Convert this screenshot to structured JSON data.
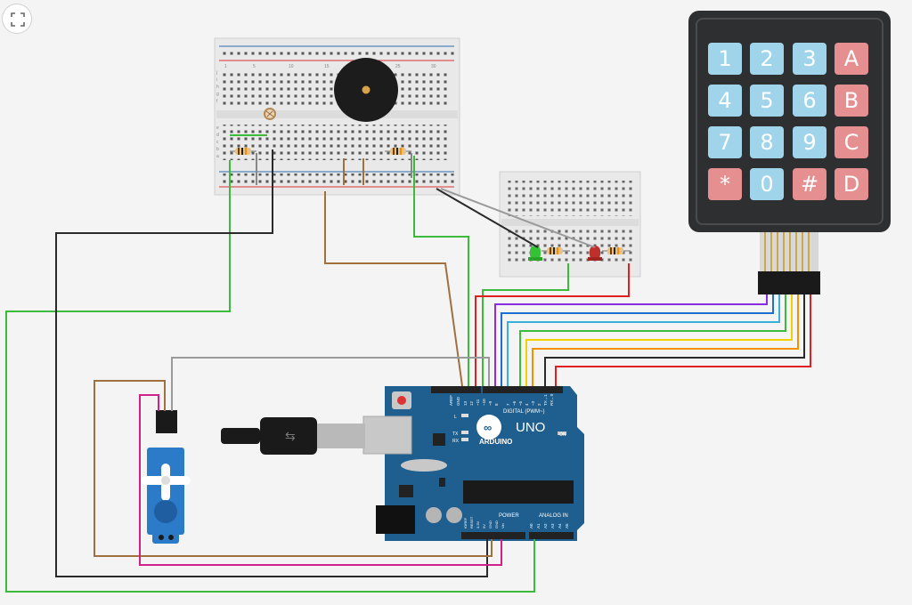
{
  "toolbar": {
    "fit_icon": "fit-view-icon"
  },
  "keypad": {
    "keys": [
      {
        "label": "1",
        "kind": "num"
      },
      {
        "label": "2",
        "kind": "num"
      },
      {
        "label": "3",
        "kind": "num"
      },
      {
        "label": "A",
        "kind": "let"
      },
      {
        "label": "4",
        "kind": "num"
      },
      {
        "label": "5",
        "kind": "num"
      },
      {
        "label": "6",
        "kind": "num"
      },
      {
        "label": "B",
        "kind": "let"
      },
      {
        "label": "7",
        "kind": "num"
      },
      {
        "label": "8",
        "kind": "num"
      },
      {
        "label": "9",
        "kind": "num"
      },
      {
        "label": "C",
        "kind": "let"
      },
      {
        "label": "*",
        "kind": "let"
      },
      {
        "label": "0",
        "kind": "num"
      },
      {
        "label": "#",
        "kind": "let"
      },
      {
        "label": "D",
        "kind": "let"
      }
    ]
  },
  "arduino": {
    "brand": "ARDUINO",
    "model": "UNO",
    "digital_label": "DIGITAL (PWM~)",
    "power_label": "POWER",
    "analog_label": "ANALOG IN",
    "on_label": "ON",
    "led_labels": [
      "L",
      "TX",
      "RX"
    ],
    "aref": "AREF",
    "gnd": "GND",
    "digital_pins": [
      "13",
      "12",
      "~11",
      "~10",
      "~9",
      "8",
      "7",
      "~6",
      "~5",
      "4",
      "~3",
      "2",
      "TX→1",
      "RX←0"
    ],
    "power_pins": [
      "IOREF",
      "RESET",
      "3.3V",
      "5V",
      "GND",
      "GND",
      "Vin"
    ],
    "analog_pins": [
      "A0",
      "A1",
      "A2",
      "A3",
      "A4",
      "A5"
    ]
  },
  "breadboard": {
    "row_letters": [
      "j",
      "i",
      "h",
      "g",
      "f",
      "e",
      "d",
      "c",
      "b",
      "a"
    ],
    "column_numbers": [
      "1",
      "5",
      "10",
      "15",
      "20",
      "25",
      "30"
    ]
  },
  "colors": {
    "background": "#f4f4f4",
    "breadboard": "#e9e9e9",
    "arduino": "#1f5f8f",
    "key_number": "#9fd4ea",
    "key_letter": "#e58f91",
    "wire_green": "#3cba3c",
    "wire_black": "#2a2a2a",
    "wire_brown": "#a0703f",
    "wire_red": "#e02020",
    "wire_magenta": "#d0208a",
    "wire_purple": "#8a2be2",
    "wire_blue": "#1e6fd0",
    "wire_cyan": "#39b0d8",
    "wire_yellow": "#f0d000",
    "wire_orange": "#f39000",
    "wire_gray": "#9a9a9a"
  }
}
